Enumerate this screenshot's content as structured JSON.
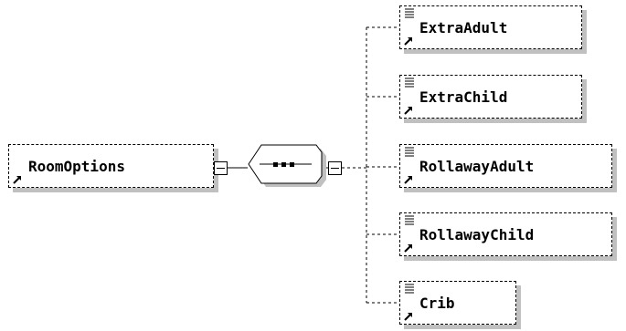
{
  "root": {
    "label": "RoomOptions",
    "icon": "element-reference-icon"
  },
  "compositor": {
    "type": "sequence",
    "icon": "sequence-compositor-icon"
  },
  "toggles": {
    "icon": "collapse-minus-icon"
  },
  "children": [
    {
      "label": "ExtraAdult",
      "icons": [
        "documentation-icon",
        "element-reference-icon"
      ]
    },
    {
      "label": "ExtraChild",
      "icons": [
        "documentation-icon",
        "element-reference-icon"
      ]
    },
    {
      "label": "RollawayAdult",
      "icons": [
        "documentation-icon",
        "element-reference-icon"
      ]
    },
    {
      "label": "RollawayChild",
      "icons": [
        "documentation-icon",
        "element-reference-icon"
      ]
    },
    {
      "label": "Crib",
      "icons": [
        "documentation-icon",
        "element-reference-icon"
      ]
    }
  ],
  "colors": {
    "line": "#000000",
    "shadow": "#c0c0c0",
    "background": "#ffffff"
  }
}
